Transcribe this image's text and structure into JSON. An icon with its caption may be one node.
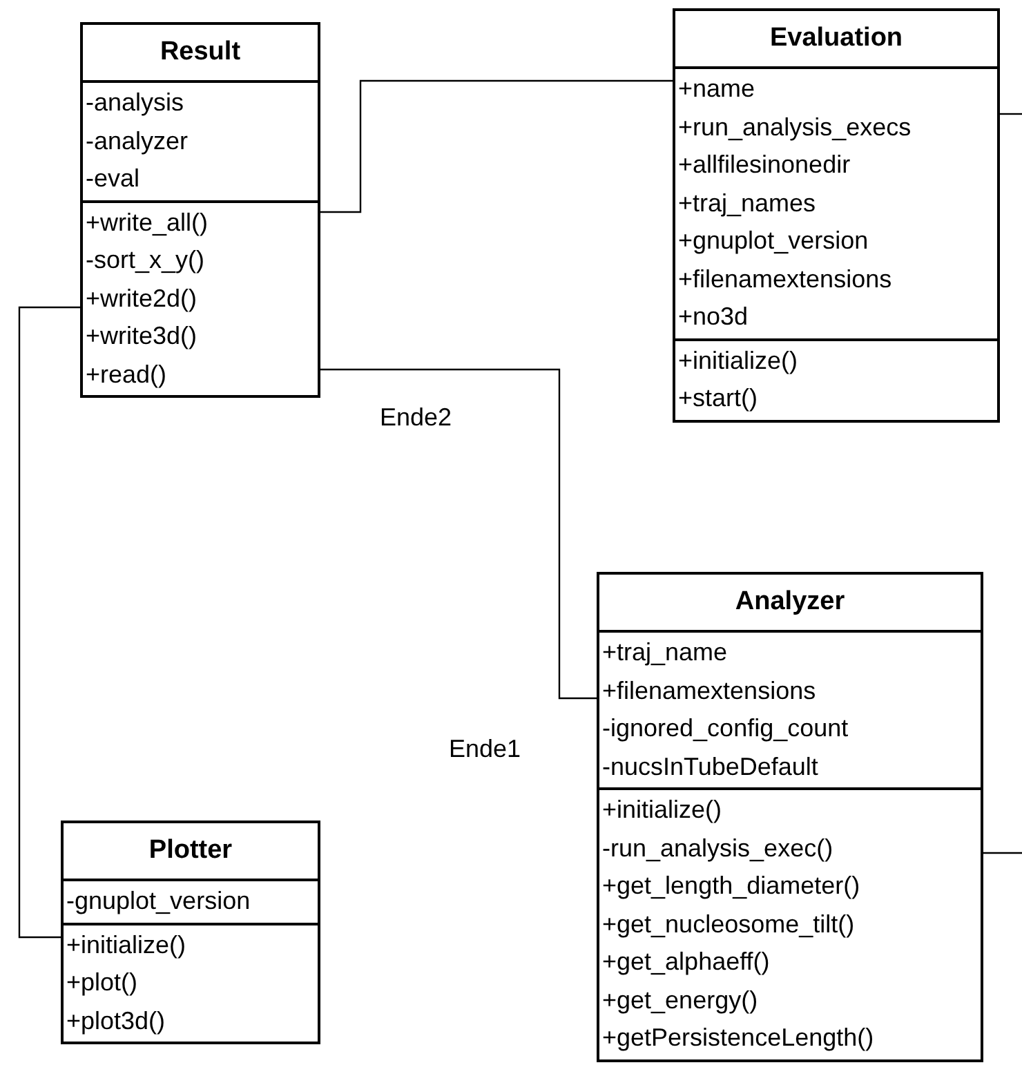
{
  "diagram": {
    "nodes": [
      {
        "text": [
          "Result",
          "-analysis",
          "-analyzer",
          "-eval",
          "+write_all()",
          "-sort_x_y()",
          "+write2d()",
          "+write3d()",
          "+read()"
        ]
      },
      {
        "text": [
          "Evaluation",
          "+name",
          "+run_analysis_execs",
          "+allfilesinonedir",
          "+traj_names",
          "+gnuplot_version",
          "+filenamextensions",
          "+no3d",
          "+initialize()",
          "+start()"
        ]
      },
      {
        "text": [
          "Analyzer",
          "+traj_name",
          "+filenamextensions",
          "-ignored_config_count",
          "-nucsInTubeDefault",
          "+initialize()",
          "-run_analysis_exec()",
          "+get_length_diameter()",
          "+get_nucleosome_tilt()",
          "+get_alphaeff()",
          "+get_energy()",
          "+getPersistenceLength()"
        ]
      },
      {
        "text": [
          "Plotter",
          "-gnuplot_version",
          "+initialize()",
          "+plot()",
          "+plot3d()"
        ]
      }
    ],
    "edges": [
      {
        "from": 0,
        "to": 1,
        "arrow": "none"
      },
      {
        "from": 0,
        "to": 2,
        "arrow": "none"
      },
      {
        "from": 0,
        "to": 3,
        "arrow": "none"
      },
      {
        "from": 1,
        "to": null,
        "arrow": "none"
      },
      {
        "from": 2,
        "to": null,
        "arrow": "none"
      }
    ],
    "labels": [
      "Ende2",
      "Ende1"
    ]
  }
}
